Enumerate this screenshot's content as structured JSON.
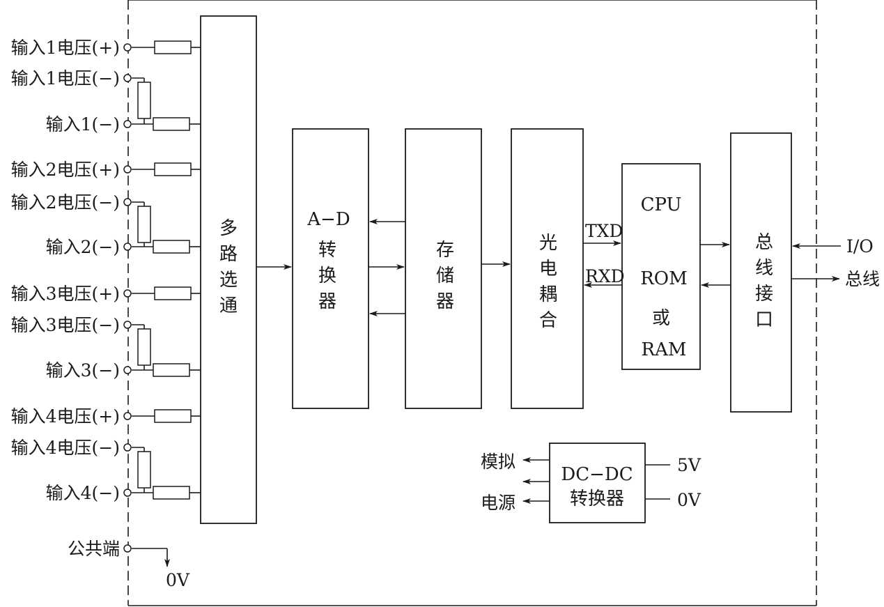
{
  "inputs": [
    {
      "label": "输入1电压(+)"
    },
    {
      "label": "输入1电压(−)"
    },
    {
      "label": "输入1(−)"
    },
    {
      "label": "输入2电压(+)"
    },
    {
      "label": "输入2电压(−)"
    },
    {
      "label": "输入2(−)"
    },
    {
      "label": "输入3电压(+)"
    },
    {
      "label": "输入3电压(−)"
    },
    {
      "label": "输入3(−)"
    },
    {
      "label": "输入4电压(+)"
    },
    {
      "label": "输入4电压(−)"
    },
    {
      "label": "输入4(−)"
    }
  ],
  "common": {
    "label": "公共端",
    "ground": "0V"
  },
  "blocks": {
    "mux": [
      "多",
      "路",
      "选",
      "通"
    ],
    "adc": {
      "line1": "A−D",
      "line2": [
        "转",
        "换",
        "器"
      ]
    },
    "memory": [
      "存",
      "储",
      "器"
    ],
    "opto": [
      "光",
      "电",
      "耦",
      "合"
    ],
    "cpu": {
      "line1": "CPU",
      "line2": "ROM",
      "line3": "或",
      "line4": "RAM"
    },
    "bus": [
      "总",
      "线",
      "接",
      "口"
    ],
    "dcdc": {
      "line1": "DC−DC",
      "line2": "转换器"
    }
  },
  "signals": {
    "txd": "TXD",
    "rxd": "RXD"
  },
  "external": {
    "io": "I/O",
    "bus": "总线"
  },
  "power": {
    "in_5v": "5V",
    "in_0v": "0V",
    "out1": "模拟",
    "out2": "电源"
  }
}
